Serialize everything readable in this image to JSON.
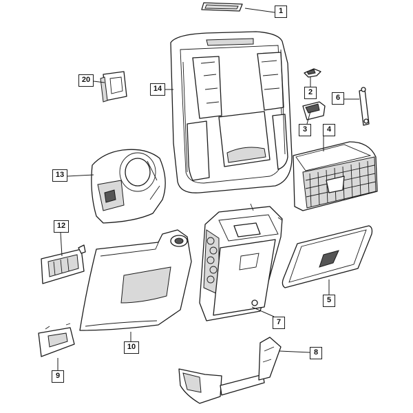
{
  "diagram": {
    "callouts": [
      {
        "id": "1",
        "label": "1"
      },
      {
        "id": "2",
        "label": "2"
      },
      {
        "id": "3",
        "label": "3"
      },
      {
        "id": "4",
        "label": "4"
      },
      {
        "id": "5",
        "label": "5"
      },
      {
        "id": "6",
        "label": "6"
      },
      {
        "id": "7",
        "label": "7"
      },
      {
        "id": "8",
        "label": "8"
      },
      {
        "id": "9",
        "label": "9"
      },
      {
        "id": "10",
        "label": "10"
      },
      {
        "id": "12",
        "label": "12"
      },
      {
        "id": "13",
        "label": "13"
      },
      {
        "id": "14",
        "label": "14"
      },
      {
        "id": "20",
        "label": "20"
      }
    ]
  }
}
